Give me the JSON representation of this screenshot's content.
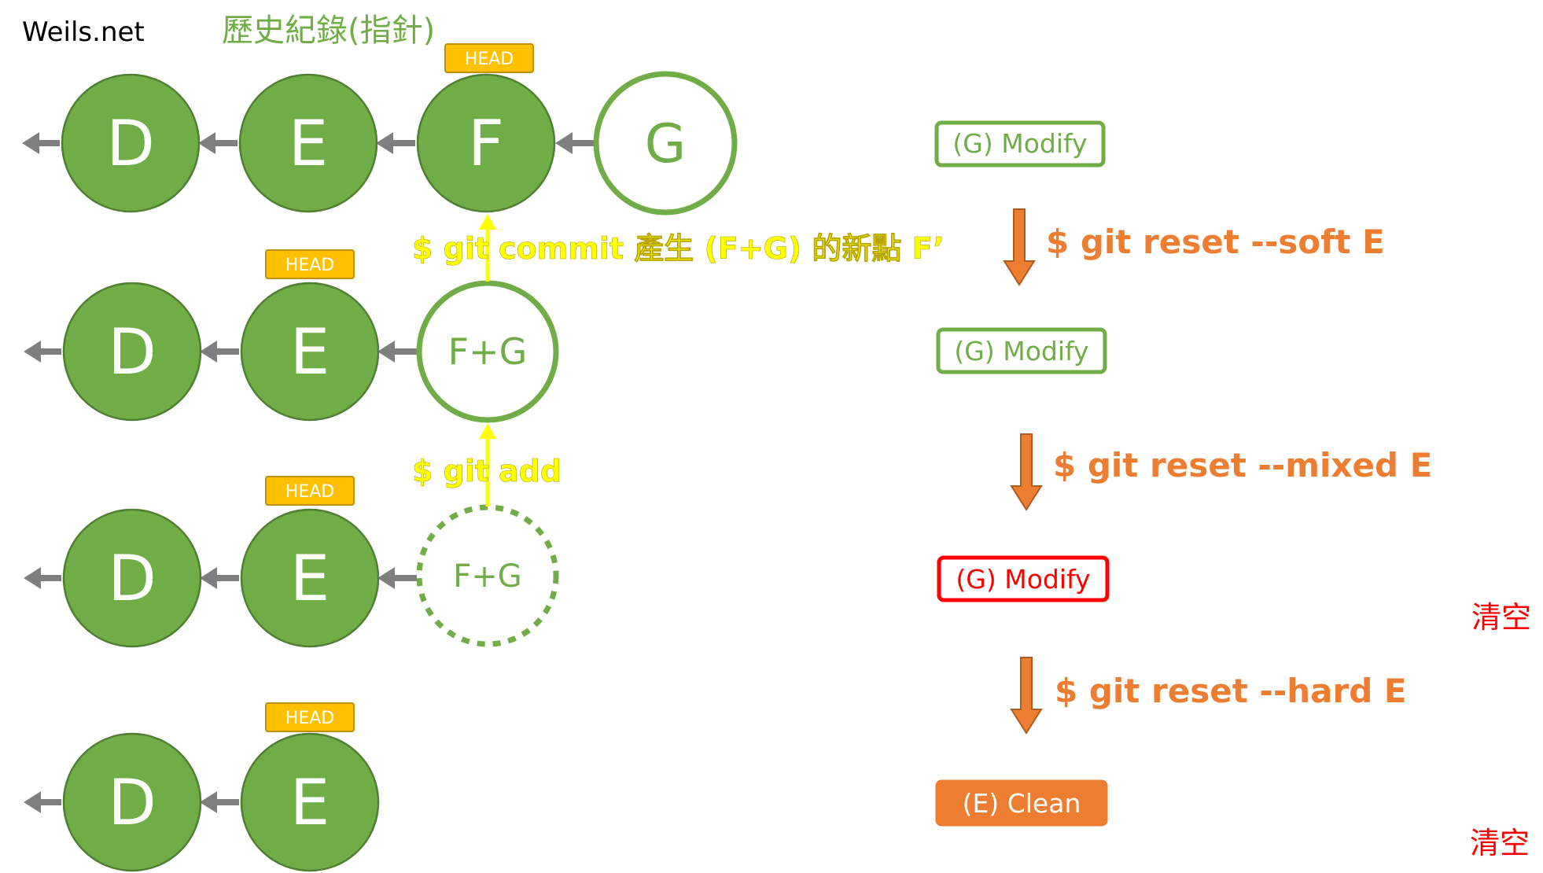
{
  "site": "Weils.net",
  "title": "歷史紀錄(指針)",
  "head_label": "HEAD",
  "rows": [
    {
      "nodes": [
        "D",
        "E",
        "F"
      ],
      "outline_node": "G"
    },
    {
      "nodes": [
        "D",
        "E"
      ],
      "outline_node": "F+G"
    },
    {
      "nodes": [
        "D",
        "E"
      ],
      "dashed_node": "F+G"
    },
    {
      "nodes": [
        "D",
        "E"
      ]
    }
  ],
  "commands": {
    "commit_left": "$ git",
    "commit_right": "commit 產生 (F+G) 的新點 F’",
    "add_left": "$ git",
    "add_right": "add",
    "soft": "$ git reset --soft E",
    "mixed": "$ git reset --mixed E",
    "hard": "$ git reset --hard E"
  },
  "states": [
    {
      "label": "(G) Modify",
      "border": "#70ad47",
      "text": "#70ad47"
    },
    {
      "label": "(G) Modify",
      "border": "#70ad47",
      "text": "#70ad47"
    },
    {
      "label": "(G) Modify",
      "border": "#ff0000",
      "text": "#ff0000"
    },
    {
      "label": "(E) Clean",
      "fill": "#ed7d31",
      "text": "#ffffff"
    }
  ],
  "clear_label_1": "清空",
  "clear_label_2": "清空",
  "colors": {
    "node_fill": "#70ad47",
    "node_stroke": "#507e32",
    "head_fill": "#ffc000",
    "arrow_gray": "#7f7f7f",
    "arrow_yellow": "#ffff00",
    "arrow_orange": "#ed7d31"
  }
}
